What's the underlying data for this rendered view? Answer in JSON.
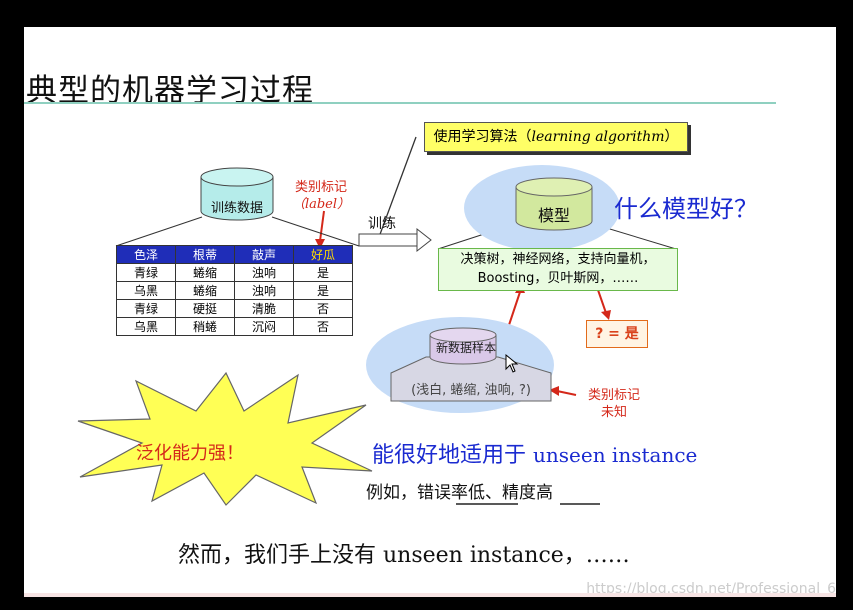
{
  "slide": {
    "title": "典型的机器学习过程",
    "algorithm_label": "使用学习算法（",
    "algorithm_italic": "learning algorithm",
    "algorithm_close": "）",
    "training_db_label": "训练数据",
    "class_label_line1": "类别标记",
    "class_label_line2": "（label）",
    "train_arrow_label": "训练",
    "table": {
      "headers": [
        "色泽",
        "根蒂",
        "敲声",
        "好瓜"
      ],
      "rows": [
        [
          "青绿",
          "蜷缩",
          "浊响",
          "是"
        ],
        [
          "乌黑",
          "蜷缩",
          "浊响",
          "是"
        ],
        [
          "青绿",
          "硬挺",
          "清脆",
          "否"
        ],
        [
          "乌黑",
          "稍蜷",
          "沉闷",
          "否"
        ]
      ]
    },
    "model_label": "模型",
    "model_question": "什么模型好？",
    "model_list_line1": "决策树，神经网络，支持向量机，",
    "model_list_line2": "Boosting，贝叶斯网，……",
    "new_sample_label": "新数据样本",
    "new_sample_value": "(浅白, 蜷缩, 浊响, ?)",
    "unknown_label_line1": "类别标记",
    "unknown_label_line2": "未知",
    "answer_box": "? = 是",
    "starburst_text": "泛化能力强！",
    "generalization_text_cn": "能很好地适用于 ",
    "generalization_text_en": "unseen instance",
    "example_text": "例如，错误率低、精度高",
    "bottom_text": "然而，我们手上没有 unseen instance，……",
    "watermark": "https://blog.csdn.net/Professional_6"
  },
  "colors": {
    "accent_blue": "#1a2ad0",
    "label_red": "#d4281a",
    "table_header": "#1f2db8",
    "algo_box": "#ffff66",
    "ellipse": "#c6dcf7",
    "model_cylinder": "#d2e89e",
    "train_cylinder": "#b5ecea",
    "starburst": "#ffff55"
  },
  "icons": [
    "cylinder-database-icon",
    "arrow-right-icon",
    "starburst-icon",
    "mouse-cursor-icon"
  ]
}
